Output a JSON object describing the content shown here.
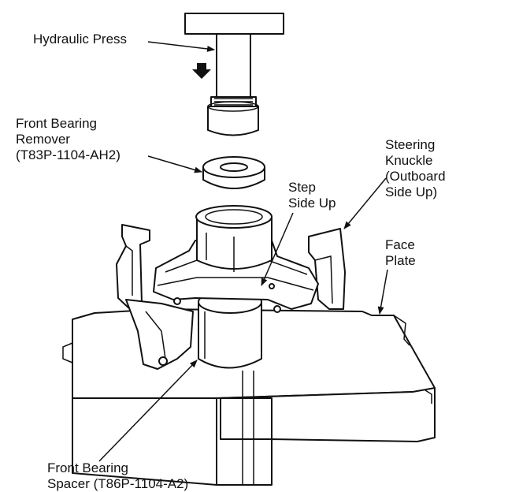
{
  "labels": {
    "hydraulic_press": "Hydraulic Press",
    "front_bearing_remover": [
      "Front Bearing",
      "Remover",
      "(T83P-1104-AH2)"
    ],
    "steering_knuckle": [
      "Steering",
      "Knuckle",
      "(Outboard",
      "Side Up)"
    ],
    "step_side_up": [
      "Step",
      "Side Up"
    ],
    "face_plate": [
      "Face",
      "Plate"
    ],
    "front_bearing_spacer": [
      "Front Bearing",
      "Spacer (T86P-1104-A2)"
    ]
  }
}
